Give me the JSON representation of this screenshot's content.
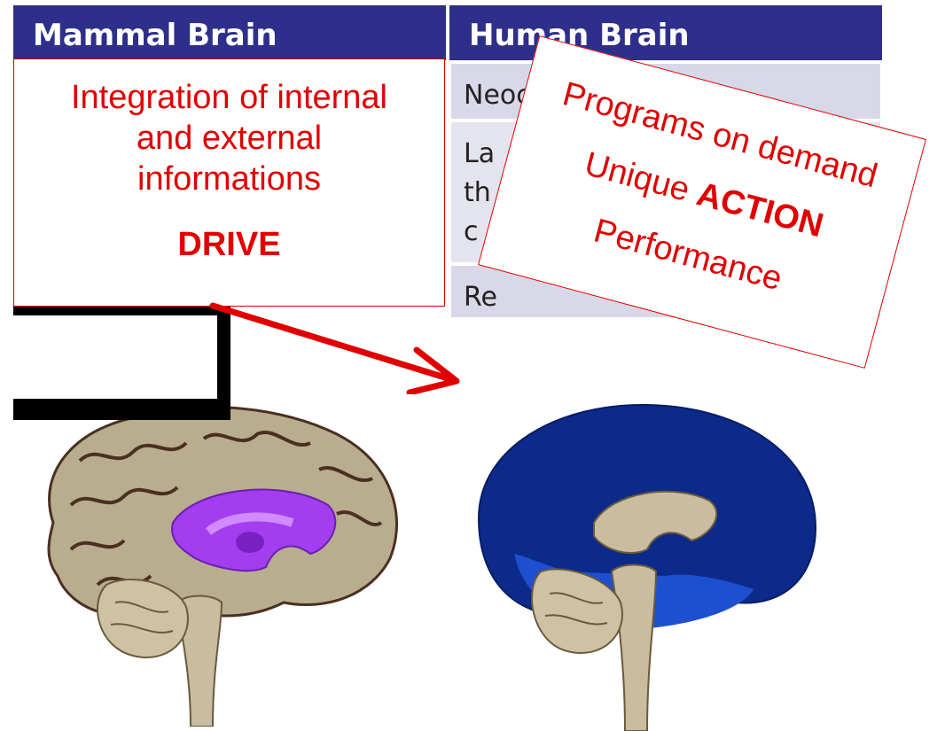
{
  "table": {
    "headers": [
      "Mammal Brain",
      "Human Brain"
    ],
    "human_rows": [
      "Neocortex",
      "La\nth\nc",
      "Re"
    ]
  },
  "callout_left": {
    "line1": "Integration of internal",
    "line2": "and external",
    "line3": "informations",
    "emphasis": "DRIVE"
  },
  "callout_right": {
    "line1": "Programs on demand",
    "line2_prefix": "Unique ",
    "line2_emphasis": "ACTION",
    "line3": "Performance"
  },
  "colors": {
    "accent": "#e00000",
    "table_header": "#2e2f8a",
    "limbic": "#a23ef0",
    "neocortex": "#0b2a8a",
    "brain_tan": "#b9ad8f"
  }
}
